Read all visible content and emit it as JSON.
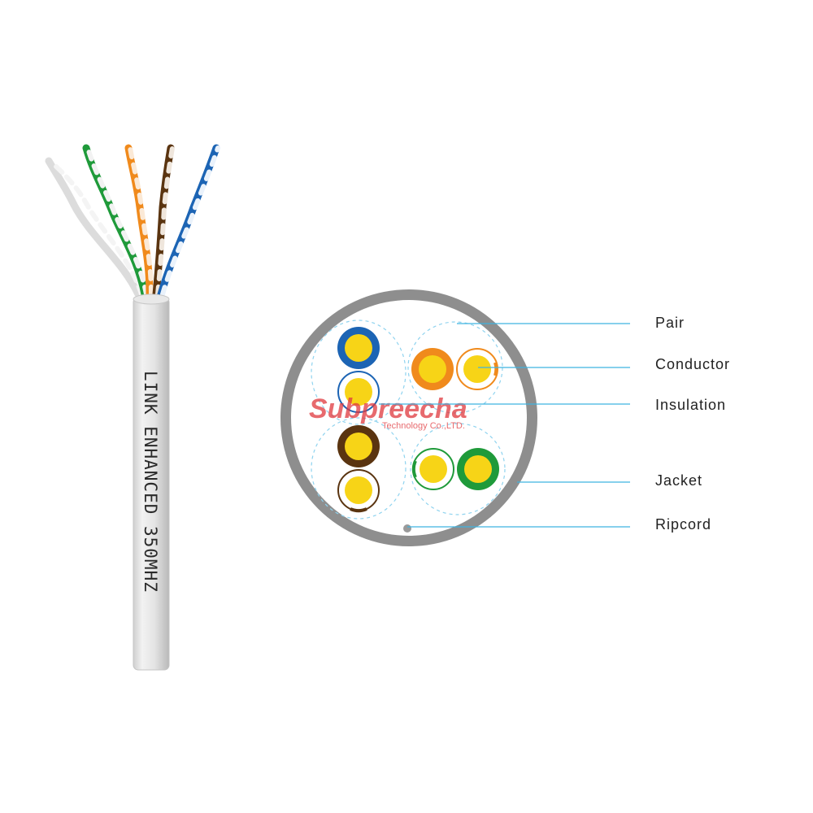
{
  "cable": {
    "print_text": "LINK ENHANCED 350MHZ"
  },
  "watermark": {
    "main": "Subpreecha",
    "sub": "Technology Co.,LTD."
  },
  "callouts": {
    "pair": "Pair",
    "conductor": "Conductor",
    "insulation": "Insulation",
    "jacket": "Jacket",
    "ripcord": "Ripcord"
  },
  "colors": {
    "callout_line": "#3fb3e0",
    "pair_outline": "#8fd3ef",
    "jacket": "#8e8e8e",
    "conductor": "#f7d417",
    "blue": "#1c64b4",
    "orange": "#f08a1c",
    "brown": "#5a3410",
    "green": "#1f9a3a",
    "white_wire": "#ffffff",
    "watermark_red": "#e0393e"
  }
}
